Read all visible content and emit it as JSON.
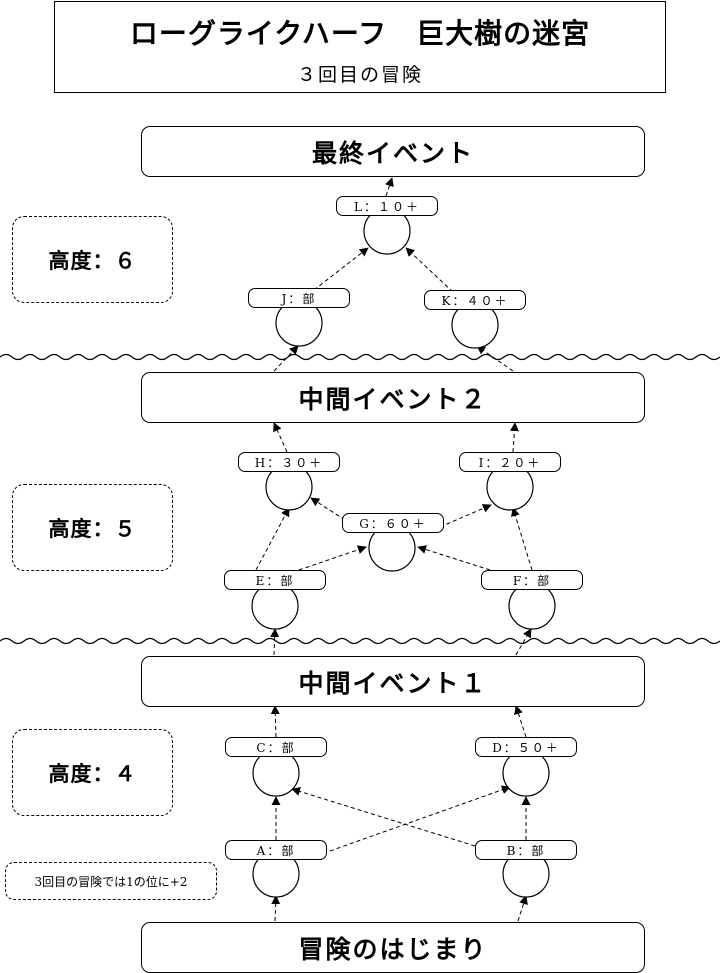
{
  "title": {
    "main": "ローグライクハーフ　巨大樹の迷宮",
    "sub": "３回目の冒険"
  },
  "events": {
    "final": "最終イベント",
    "mid2": "中間イベント２",
    "mid1": "中間イベント１",
    "start": "冒険のはじまり"
  },
  "heights": {
    "h6": "高度：６",
    "h5": "高度：５",
    "h4": "高度：４"
  },
  "note": "3回目の冒険では1の位に+2",
  "nodes": {
    "L": "L：１０＋",
    "J": "J：部",
    "K": "K：４０＋",
    "H": "H：３０＋",
    "I": "I：２０＋",
    "G": "G：６０＋",
    "E": "E：部",
    "F": "F：部",
    "C": "C：部",
    "D": "D：５０＋",
    "A": "A：部",
    "B": "B：部"
  }
}
